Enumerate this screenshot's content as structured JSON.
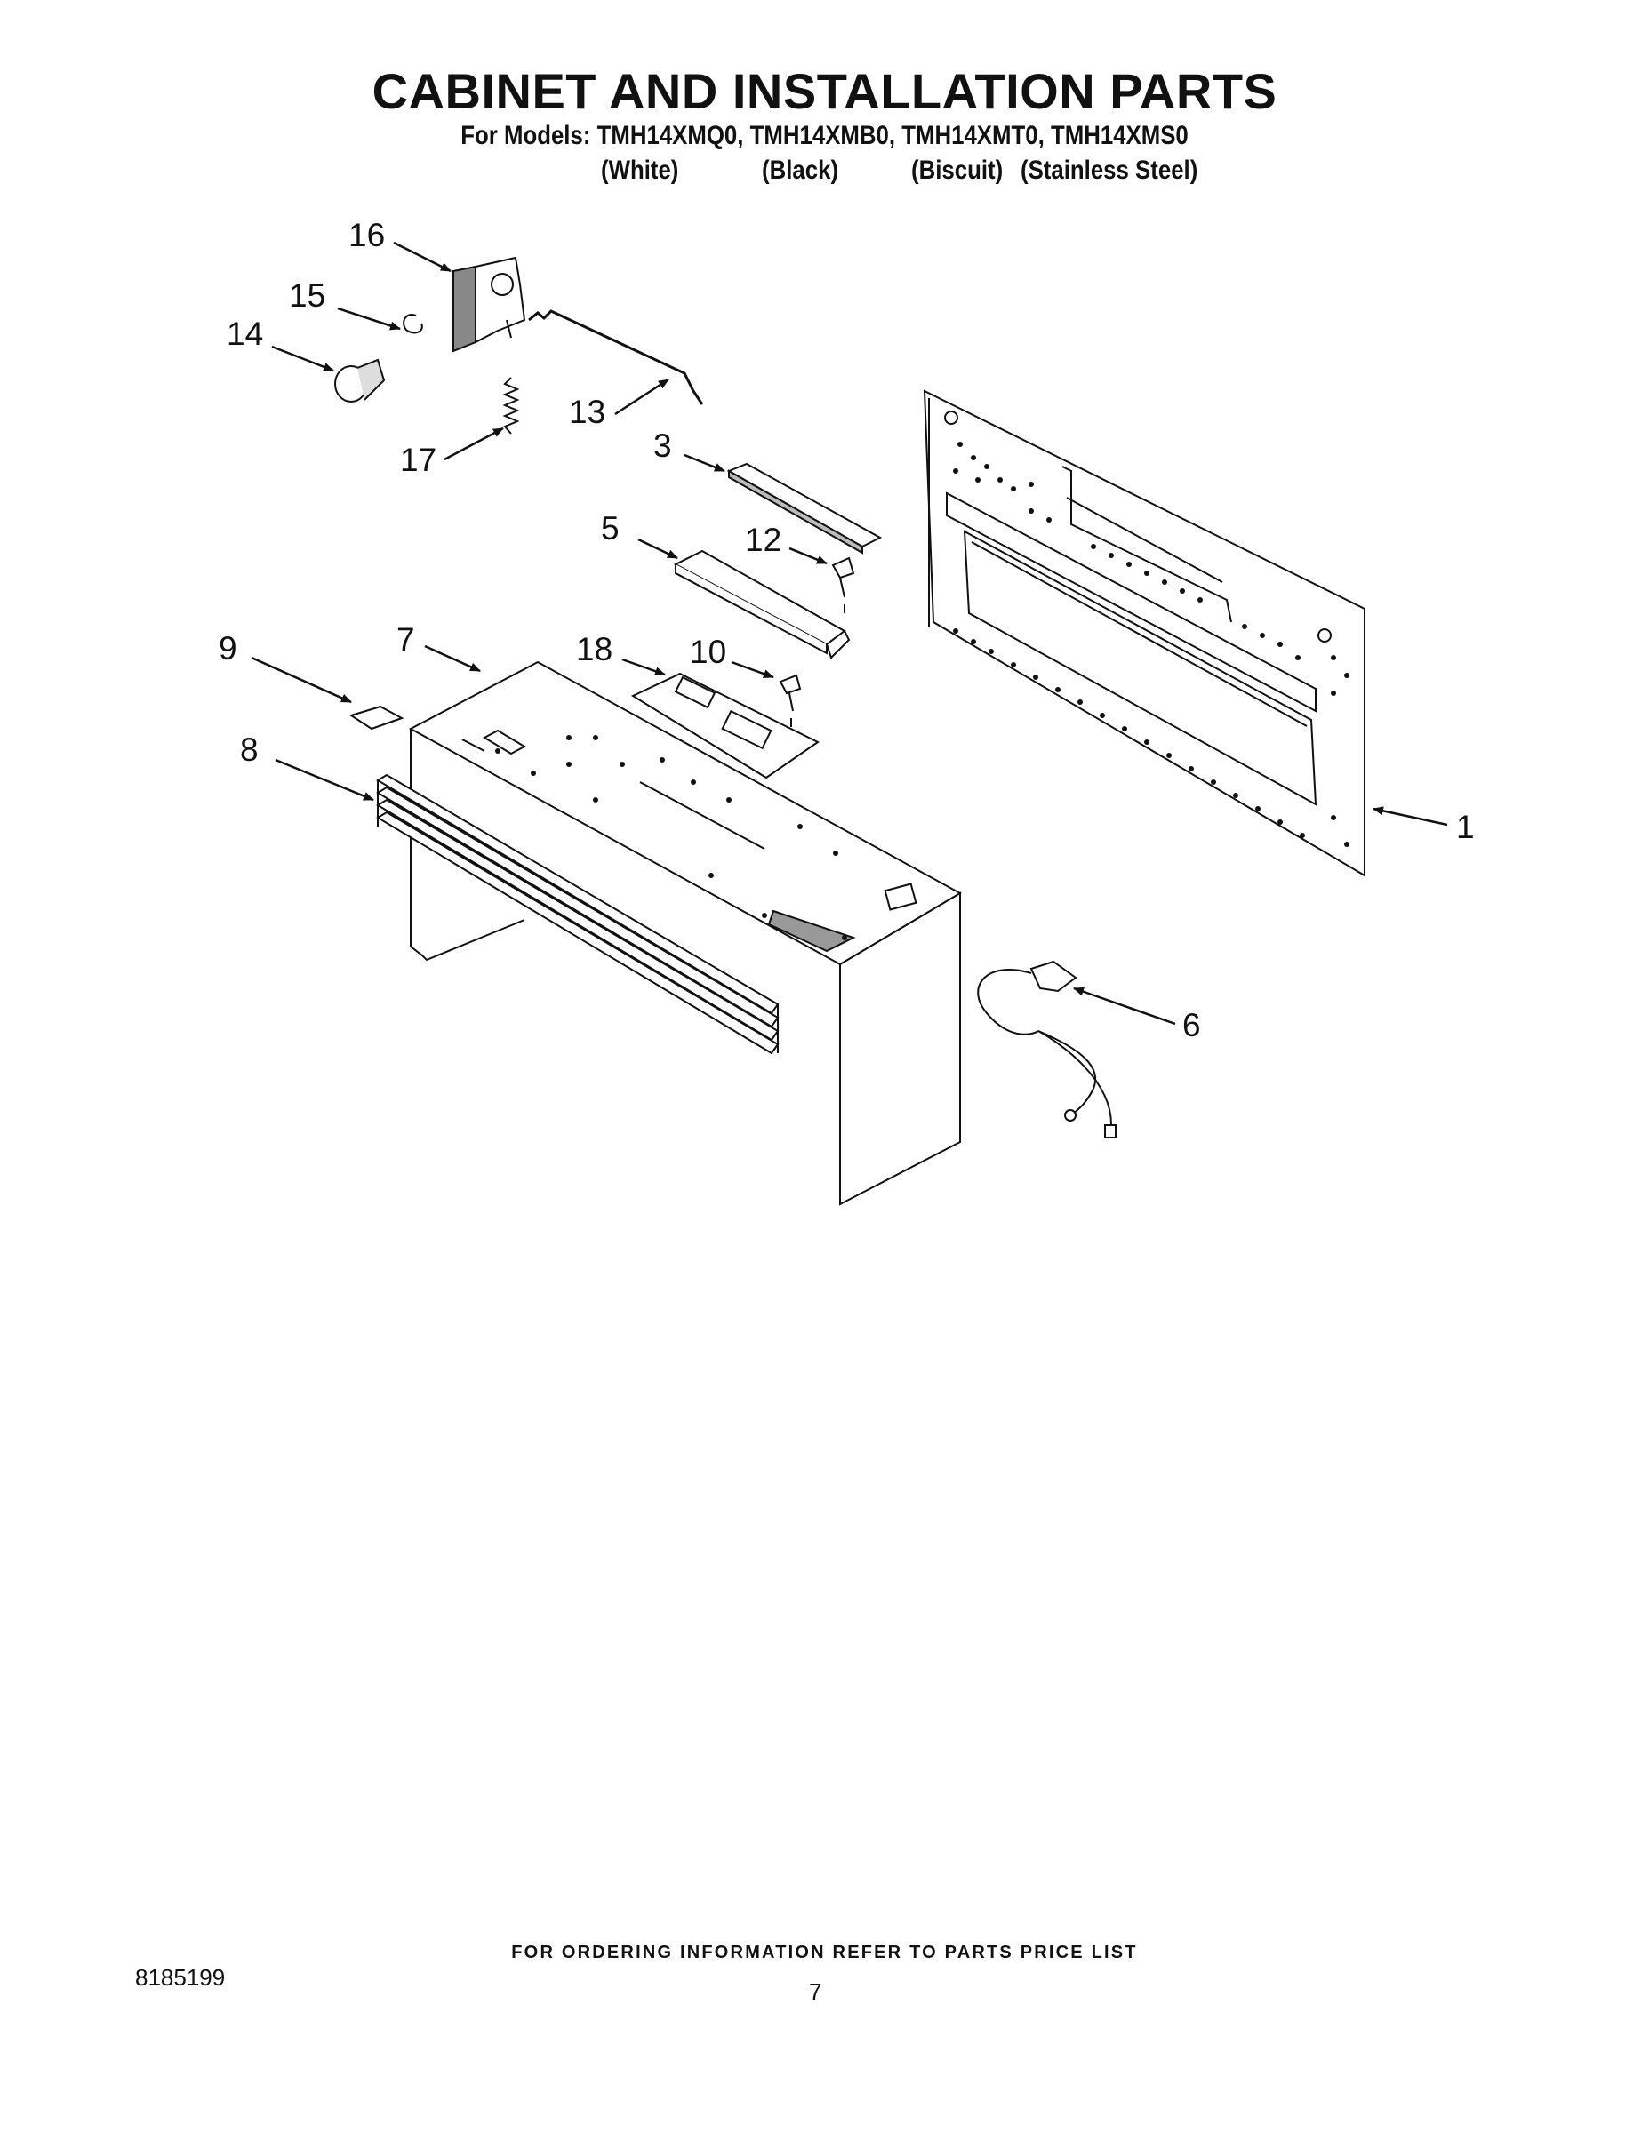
{
  "title": "CABINET AND INSTALLATION PARTS",
  "models_line": "For Models: TMH14XMQ0, TMH14XMB0, TMH14XMT0, TMH14XMS0",
  "colors": [
    "(White)",
    "(Black)",
    "(Biscuit)",
    "(Stainless Steel)"
  ],
  "callouts": [
    "1",
    "3",
    "5",
    "6",
    "7",
    "8",
    "9",
    "10",
    "12",
    "13",
    "14",
    "15",
    "16",
    "17",
    "18"
  ],
  "footer_note": "FOR ORDERING INFORMATION REFER TO PARTS PRICE LIST",
  "doc_number": "8185199",
  "page_number": "7"
}
